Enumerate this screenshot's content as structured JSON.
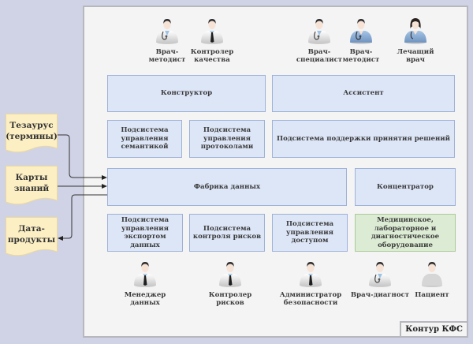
{
  "panel": {
    "title": "Контур КФС"
  },
  "top_actors": [
    {
      "label": "Врач-\nметодист",
      "icon": "doctor-stethoscope-icon",
      "variant": "white"
    },
    {
      "label": "Контролер\nкачества",
      "icon": "person-tie-icon",
      "variant": "white"
    },
    {
      "label": "Врач-\nспециалист",
      "icon": "doctor-stethoscope-icon",
      "variant": "white"
    },
    {
      "label": "Врач-\nметодист",
      "icon": "doctor-stethoscope-icon",
      "variant": "blue"
    },
    {
      "label": "Лечащий\nврач",
      "icon": "female-doctor-icon",
      "variant": "blue"
    }
  ],
  "bottom_actors": [
    {
      "label": "Менеджер\nданных",
      "icon": "person-tie-icon",
      "variant": "white"
    },
    {
      "label": "Контролер\nрисков",
      "icon": "person-tie-icon",
      "variant": "white"
    },
    {
      "label": "Администратор\nбезопасности",
      "icon": "person-tie-icon",
      "variant": "white"
    },
    {
      "label": "Врач-диагност",
      "icon": "doctor-stethoscope-icon",
      "variant": "white"
    },
    {
      "label": "Пациент",
      "icon": "patient-icon",
      "variant": "white"
    }
  ],
  "boxes": {
    "constructor": "Конструктор",
    "assistant": "Ассистент",
    "semantics": "Подсистема управления семантикой",
    "protocols": "Подсистема управления протоколами",
    "decision_support": "Подсистема поддержки принятия решений",
    "data_factory": "Фабрика данных",
    "concentrator": "Концентратор",
    "export": "Подсистема управления экспортом данных",
    "risk_control": "Подсистема контроля рисков",
    "access": "Подсистема управления доступом",
    "equipment": "Медицинское, лабораторное и диагностическое оборудование"
  },
  "documents": [
    {
      "label": "Тезаурус (термины)"
    },
    {
      "label": "Карты знаний"
    },
    {
      "label": "Дата-продукты"
    }
  ],
  "colors": {
    "background": "#d0d3e6",
    "panel": "#f4f4f4",
    "box_fill": "#dde6f7",
    "box_border": "#9db1d8",
    "equipment_fill": "#dcebd3",
    "document_fill": "#fcefc4"
  }
}
